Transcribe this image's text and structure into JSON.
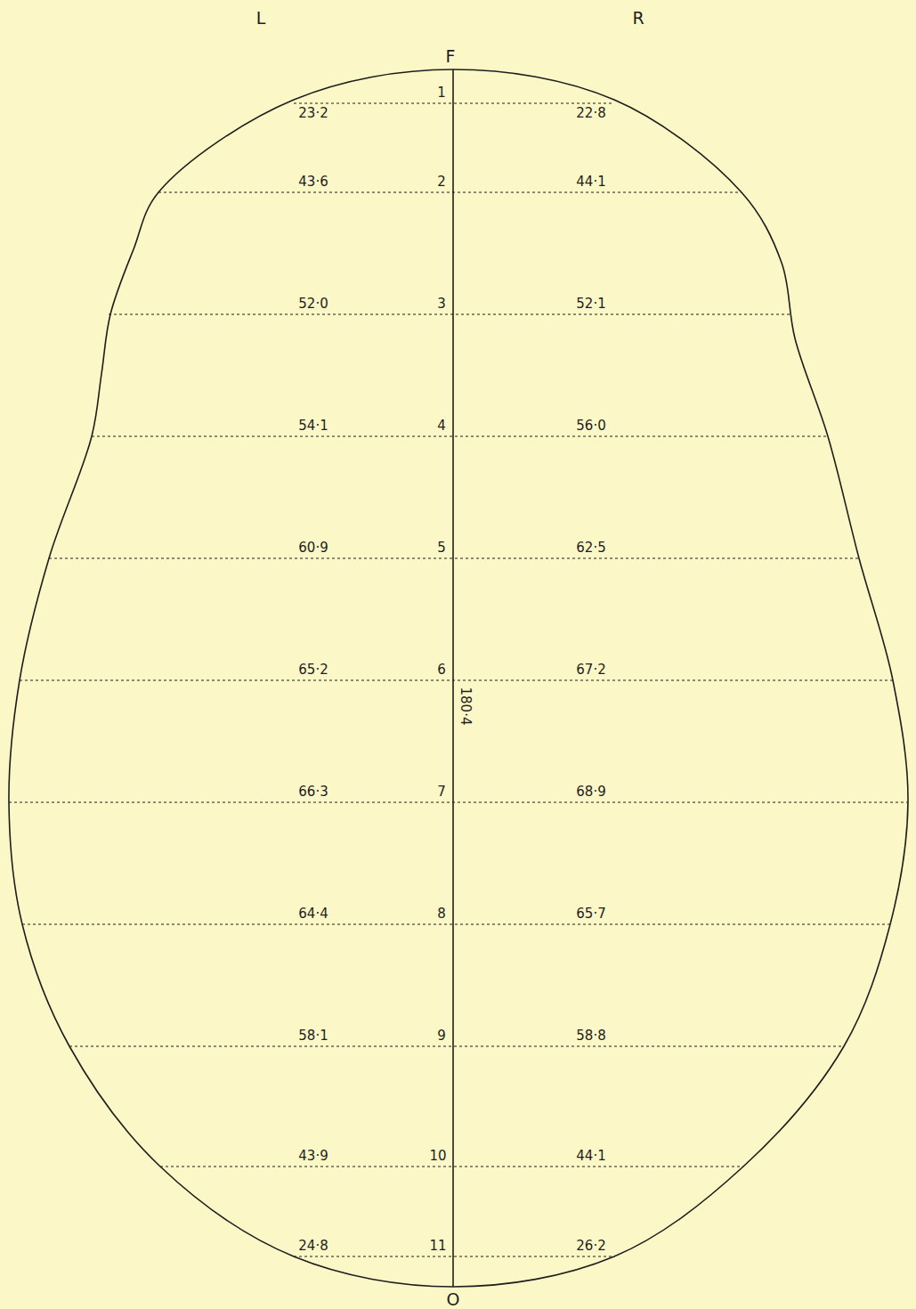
{
  "diagram": {
    "labels": [
      "L",
      "R",
      "F",
      "1",
      "23·2",
      "22·8",
      "2",
      "43·6",
      "44·1",
      "3",
      "52·0",
      "52·1",
      "4",
      "54·1",
      "56·0",
      "5",
      "60·9",
      "62·5",
      "6",
      "65·2",
      "67·2",
      "180·4",
      "7",
      "66·3",
      "68·9",
      "8",
      "64·4",
      "65·7",
      "9",
      "58·1",
      "58·8",
      "10",
      "43·9",
      "44·1",
      "11",
      "24·8",
      "26·2",
      "O"
    ]
  }
}
